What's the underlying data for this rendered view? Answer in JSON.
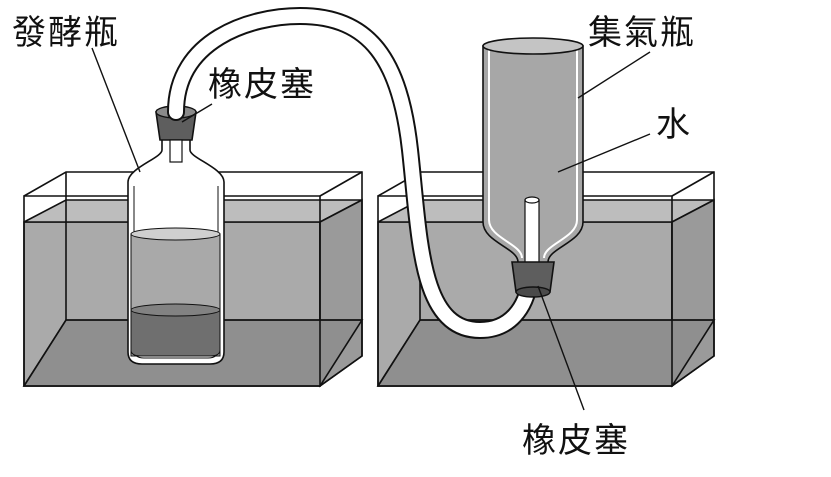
{
  "labels": {
    "fermentation_bottle": "發酵瓶",
    "rubber_stopper_left": "橡皮塞",
    "gas_collecting_bottle": "集氣瓶",
    "water": "水",
    "rubber_stopper_bottom": "橡皮塞"
  },
  "colors": {
    "water": "#aaaaaa",
    "tank_inner": "#8a8a8a",
    "liquid": "#7d7d7d",
    "stopper": "#5a5a5a",
    "outline": "#111111"
  }
}
